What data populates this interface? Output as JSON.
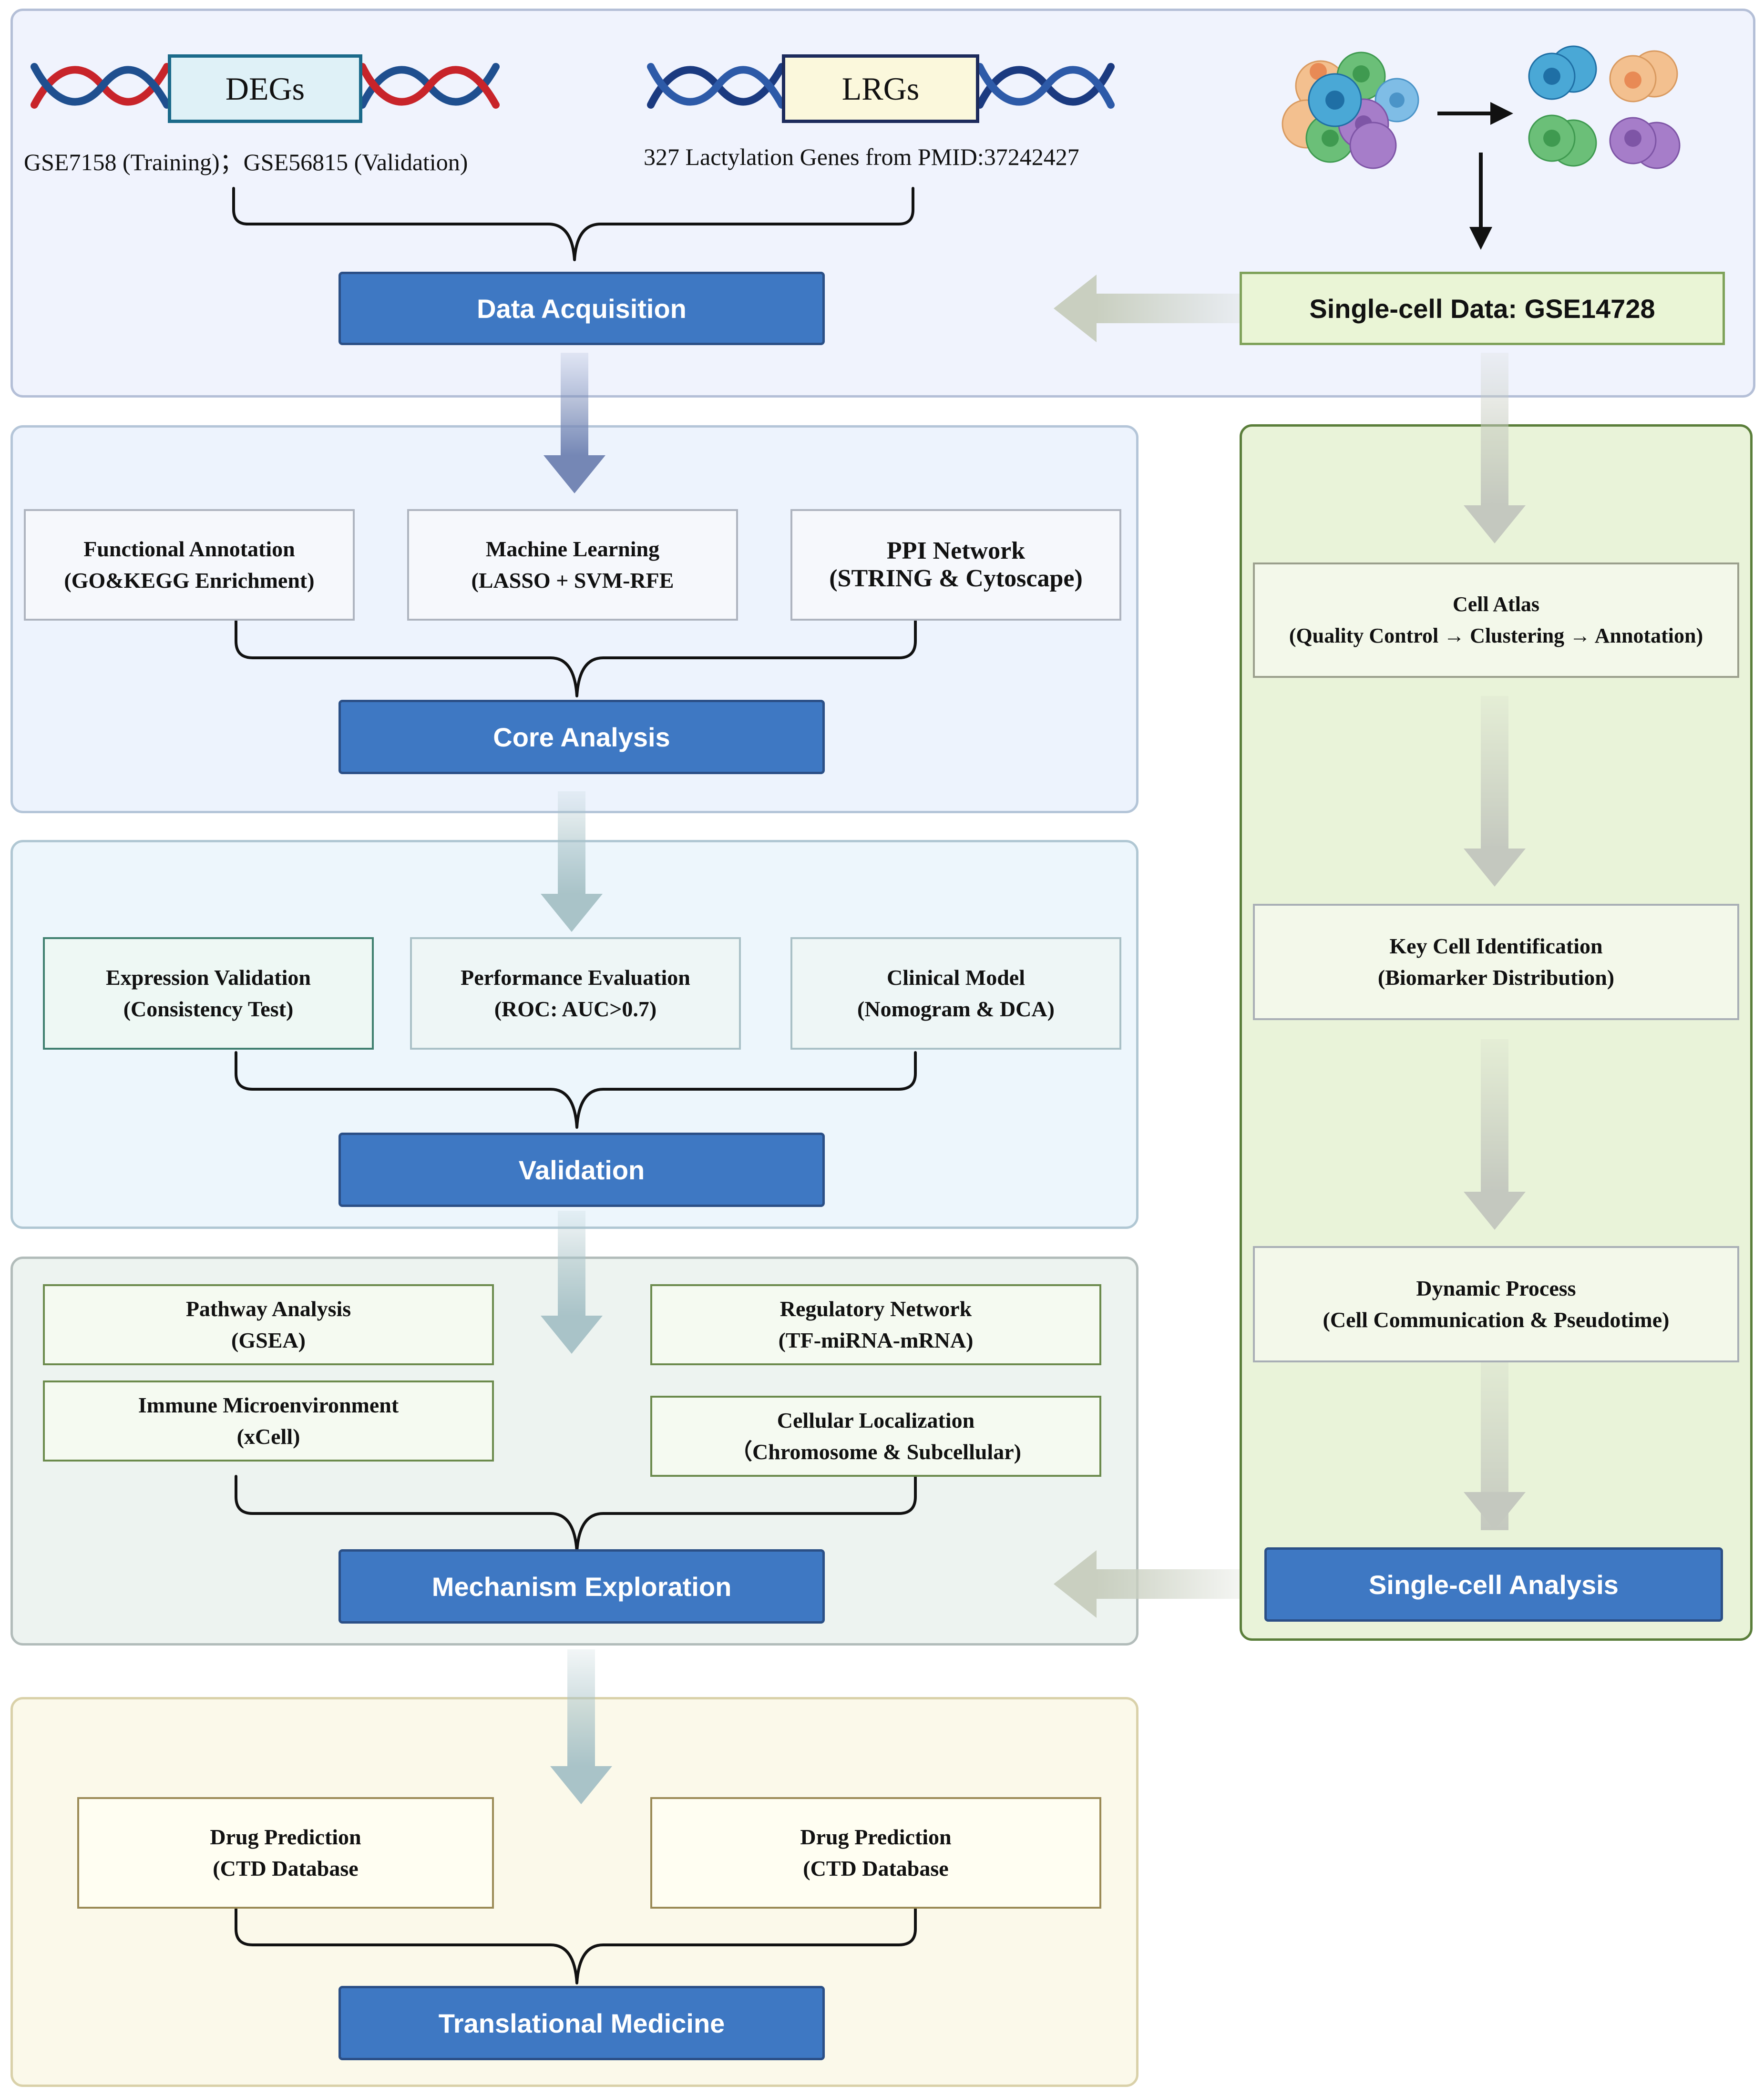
{
  "header": {
    "degs_label": "DEGs",
    "lrgs_label": "LRGs",
    "degs_source": "GSE7158 (Training)；GSE56815 (Validation)",
    "lrgs_source": "327 Lactylation Genes from PMID:37242427",
    "data_acquisition": "Data Acquisition",
    "single_cell_data": "Single-cell Data: GSE14728"
  },
  "core": {
    "boxes": [
      {
        "line1": "Functional Annotation",
        "line2": "(GO&KEGG Enrichment)"
      },
      {
        "line1": "Machine Learning",
        "line2": "(LASSO + SVM-RFE"
      },
      {
        "line1": "PPI Network",
        "line2": "(STRING & Cytoscape)"
      }
    ],
    "title": "Core Analysis"
  },
  "validation": {
    "boxes": [
      {
        "line1": "Expression Validation",
        "line2": "(Consistency Test)"
      },
      {
        "line1": "Performance Evaluation",
        "line2": "(ROC: AUC>0.7)"
      },
      {
        "line1": "Clinical Model",
        "line2": "(Nomogram & DCA)"
      }
    ],
    "title": "Validation"
  },
  "mechanism": {
    "boxes": [
      {
        "line1": "Pathway Analysis",
        "line2": "(GSEA)"
      },
      {
        "line1": "Immune Microenvironment",
        "line2": "(xCell)"
      },
      {
        "line1": "Regulatory Network",
        "line2": "(TF-miRNA-mRNA)"
      },
      {
        "line1": "Cellular Localization",
        "line2": "（Chromosome & Subcellular)"
      }
    ],
    "title": "Mechanism Exploration"
  },
  "translational": {
    "boxes": [
      {
        "line1": "Drug Prediction",
        "line2": "(CTD Database"
      },
      {
        "line1": "Drug Prediction",
        "line2": "(CTD Database"
      }
    ],
    "title": "Translational Medicine"
  },
  "single_cell": {
    "boxes": [
      {
        "line1": "Cell Atlas",
        "line2": "(Quality Control → Clustering → Annotation)"
      },
      {
        "line1": "Key Cell Identification",
        "line2": "(Biomarker Distribution)"
      },
      {
        "line1": "Dynamic Process",
        "line2": "(Cell Communication & Pseudotime)"
      }
    ],
    "title": "Single-cell Analysis"
  },
  "colors": {
    "header_blue": "#3e78c3",
    "header_border": "#2b4f86",
    "dna_red": "#c8242a",
    "dna_blue": "#1f4f8f",
    "dna_navy": "#1b3a80",
    "single_cell_green": "#5a7e3a"
  }
}
